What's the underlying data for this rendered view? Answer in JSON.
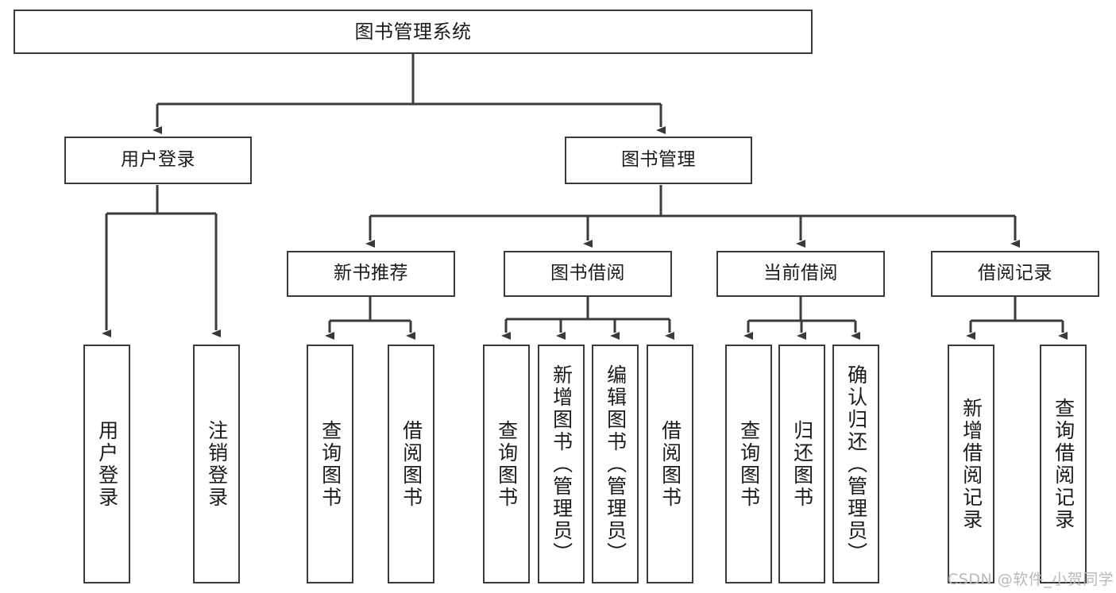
{
  "diagram": {
    "type": "tree-hierarchy",
    "title": "图书管理系统",
    "orientation": "top-down",
    "colors": {
      "box_border": "#3a3a3a",
      "box_fill": "#ffffff",
      "edge": "#3a3a3a",
      "text": "#1b1b1b",
      "watermark": "#b9b9b9"
    },
    "nodes": {
      "root": {
        "label": "图书管理系统"
      },
      "level1": [
        {
          "id": "user-login",
          "label": "用户登录"
        },
        {
          "id": "book-management",
          "label": "图书管理"
        }
      ],
      "level2": [
        {
          "id": "new-book-recommend",
          "label": "新书推荐"
        },
        {
          "id": "book-borrow",
          "label": "图书借阅"
        },
        {
          "id": "current-borrow",
          "label": "当前借阅"
        },
        {
          "id": "borrow-record",
          "label": "借阅记录"
        }
      ],
      "leaves": {
        "user-login": [
          {
            "id": "leaf-user-login",
            "label": "用户登录"
          },
          {
            "id": "leaf-logout-login",
            "label": "注销登录"
          }
        ],
        "new-book-recommend": [
          {
            "id": "leaf-query-books-1",
            "label": "查询图书"
          },
          {
            "id": "leaf-borrow-books-1",
            "label": "借阅图书"
          }
        ],
        "book-borrow": [
          {
            "id": "leaf-query-books-2",
            "label": "查询图书"
          },
          {
            "id": "leaf-add-book",
            "label": "新增图书（管理员）"
          },
          {
            "id": "leaf-edit-book",
            "label": "编辑图书（管理员）"
          },
          {
            "id": "leaf-borrow-books-2",
            "label": "借阅图书"
          }
        ],
        "current-borrow": [
          {
            "id": "leaf-query-books-3",
            "label": "查询图书"
          },
          {
            "id": "leaf-return-books",
            "label": "归还图书"
          },
          {
            "id": "leaf-confirm-return",
            "label": "确认归还（管理员）"
          }
        ],
        "borrow-record": [
          {
            "id": "leaf-add-record",
            "label": "新增借阅记录"
          },
          {
            "id": "leaf-query-record",
            "label": "查询借阅记录"
          }
        ]
      }
    },
    "edges": [
      {
        "from": "root",
        "to": "user-login"
      },
      {
        "from": "root",
        "to": "book-management"
      },
      {
        "from": "book-management",
        "to": "new-book-recommend"
      },
      {
        "from": "book-management",
        "to": "book-borrow"
      },
      {
        "from": "book-management",
        "to": "current-borrow"
      },
      {
        "from": "book-management",
        "to": "borrow-record"
      },
      {
        "from": "user-login",
        "to": "leaf-user-login"
      },
      {
        "from": "user-login",
        "to": "leaf-logout-login"
      },
      {
        "from": "new-book-recommend",
        "to": "leaf-query-books-1"
      },
      {
        "from": "new-book-recommend",
        "to": "leaf-borrow-books-1"
      },
      {
        "from": "book-borrow",
        "to": "leaf-query-books-2"
      },
      {
        "from": "book-borrow",
        "to": "leaf-add-book"
      },
      {
        "from": "book-borrow",
        "to": "leaf-edit-book"
      },
      {
        "from": "book-borrow",
        "to": "leaf-borrow-books-2"
      },
      {
        "from": "current-borrow",
        "to": "leaf-query-books-3"
      },
      {
        "from": "current-borrow",
        "to": "leaf-return-books"
      },
      {
        "from": "current-borrow",
        "to": "leaf-confirm-return"
      },
      {
        "from": "borrow-record",
        "to": "leaf-add-record"
      },
      {
        "from": "borrow-record",
        "to": "leaf-query-record"
      }
    ]
  },
  "watermark": {
    "text": "CSDN @软件_小贺同学"
  }
}
